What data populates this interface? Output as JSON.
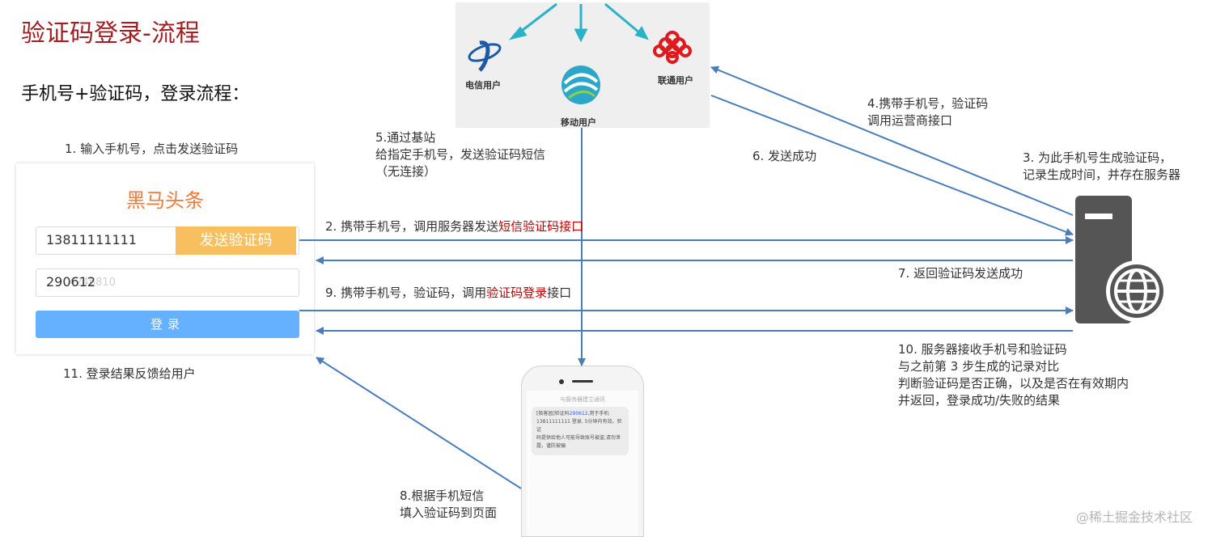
{
  "title": "验证码登录-流程",
  "subtitle": "手机号+验证码，登录流程：",
  "steps": {
    "s1": "1. 输入手机号，点击发送验证码",
    "s2_prefix": "2. 携带手机号，调用服务器发送",
    "s2_highlight": "短信验证码接口",
    "s3_line1": "3. 为此手机号生成验证码，",
    "s3_line2": "记录生成时间，并存在服务器",
    "s4_line1": "4.携带手机号，验证码",
    "s4_line2": "调用运营商接口",
    "s5_line1": "5.通过基站",
    "s5_line2": "给指定手机号，发送验证码短信",
    "s5_line3": "（无连接）",
    "s6": "6. 发送成功",
    "s7": "7. 返回验证码发送成功",
    "s8_line1": "8.根据手机短信",
    "s8_line2": "填入验证码到页面",
    "s9_prefix": "9. 携带手机号，验证码，调用",
    "s9_highlight": "验证码登录",
    "s9_suffix": "接口",
    "s10_line1": "10. 服务器接收手机号和验证码",
    "s10_line2": "与之前第 3 步生成的记录对比",
    "s10_line3": "判断验证码是否正确，以及是否在有效期内",
    "s10_line4": "并返回，登录成功/失败的结果",
    "s11": "11. 登录结果反馈给用户"
  },
  "carriers": {
    "telecom": "电信用户",
    "mobile": "移动用户",
    "unicom": "联通用户"
  },
  "login": {
    "brand": "黑马头条",
    "phone_value": "13811111111",
    "send_button": "发送验证码",
    "code_value": "290612",
    "code_placeholder": "4246810",
    "login_button": "登录"
  },
  "sms": {
    "header": "与服务器建立通讯",
    "line1_a": "[极客园]验证码",
    "line1_code": "290612",
    "line1_b": ",用于手机",
    "line2": "13811111111 登录, 5分钟内有效。验证",
    "line3": "码提供给他人可能导致账号被盗,请勿泄",
    "line4": "露，谨防被骗"
  },
  "watermark": "@稀土掘金技术社区",
  "colors": {
    "arrow": "#4a7ebb",
    "title": "#a31f24",
    "highlight": "#c00000",
    "brand": "#f07a3a"
  }
}
